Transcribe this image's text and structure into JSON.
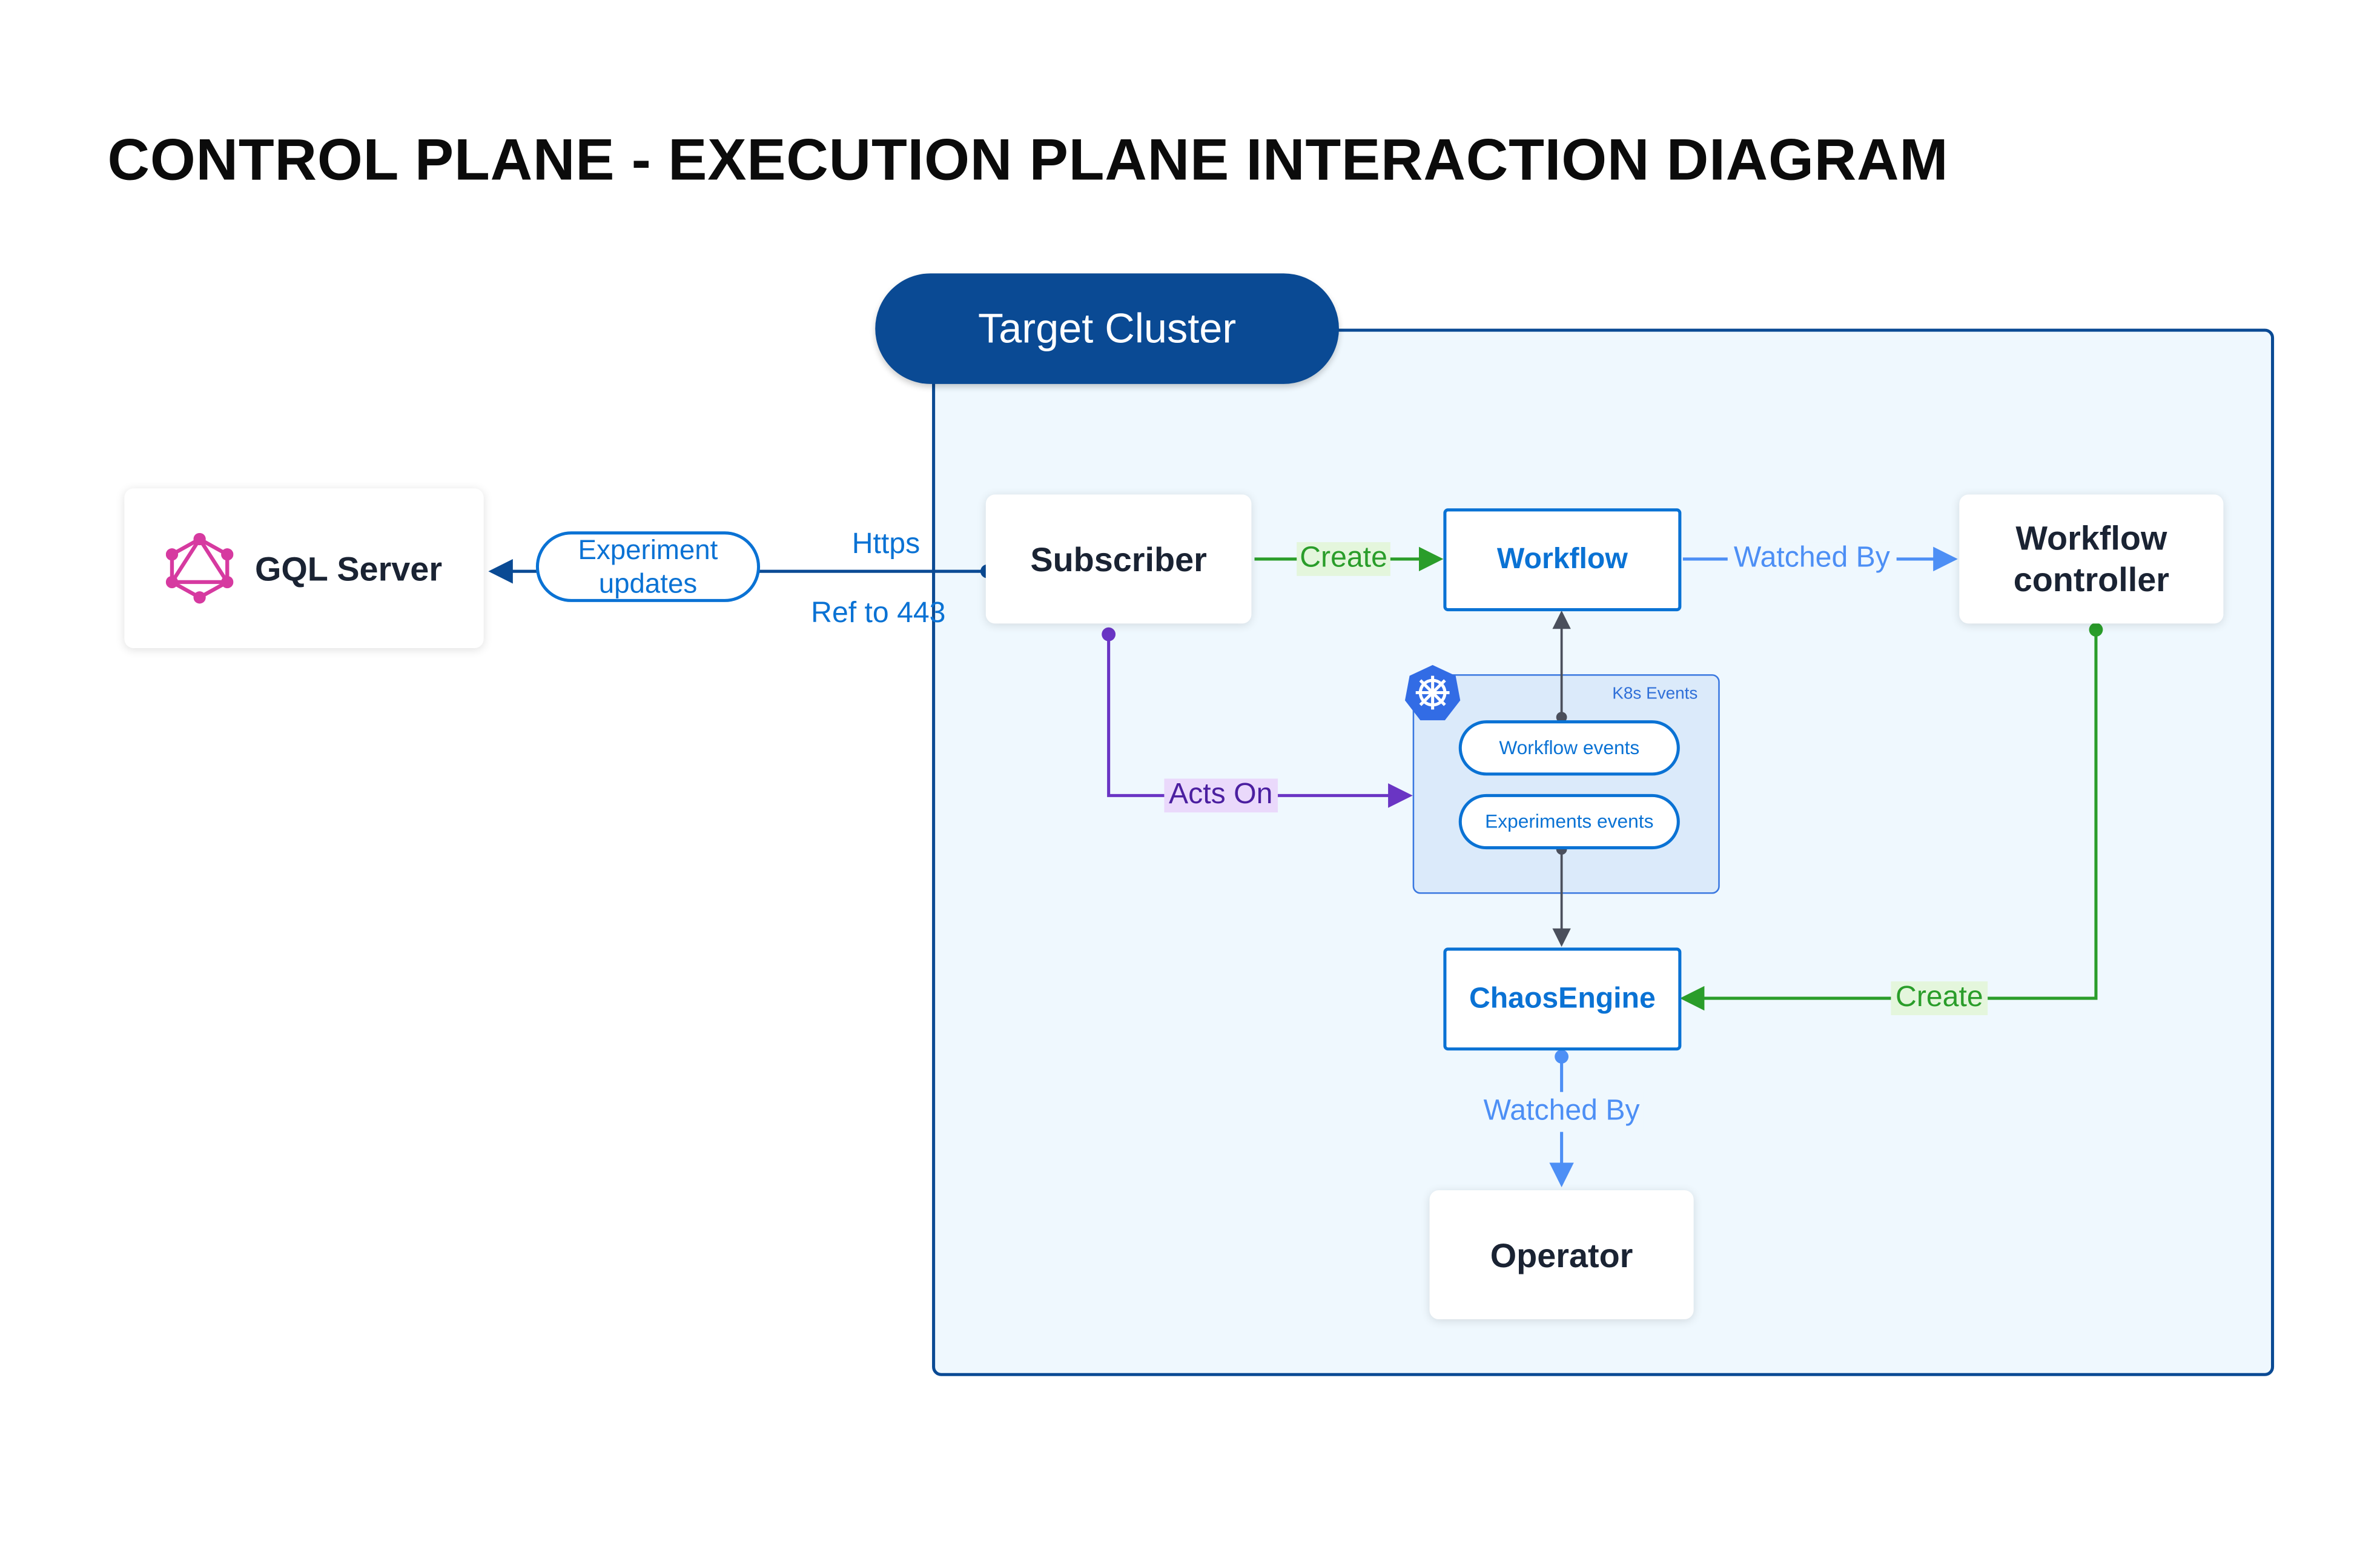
{
  "title": "CONTROL PLANE - EXECUTION PLANE INTERACTION DIAGRAM",
  "cluster": {
    "label": "Target Cluster"
  },
  "nodes": {
    "gql_server": "GQL Server",
    "subscriber": "Subscriber",
    "workflow": "Workflow",
    "workflow_controller": "Workflow controller",
    "chaos_engine": "ChaosEngine",
    "operator": "Operator"
  },
  "k8s_events": {
    "label": "K8s Events",
    "items": [
      "Workflow events",
      "Experiments events"
    ]
  },
  "edges": {
    "experiment_updates": "Experiment updates",
    "https": "Https",
    "ref": "Ref to 443",
    "create_workflow": "Create",
    "watched_by_controller": "Watched By",
    "acts_on": "Acts On",
    "create_chaosengine": "Create",
    "watched_by_operator": "Watched By"
  },
  "icons": {
    "gql": "graphql-icon",
    "k8s": "kubernetes-helm-icon"
  },
  "colors": {
    "cluster": "#0a4a94",
    "node_blue": "#0a72d4",
    "create": "#2a9d2a",
    "watched": "#4d8ff5",
    "acts_on": "#6a35c4",
    "graphql": "#d63aa0"
  }
}
